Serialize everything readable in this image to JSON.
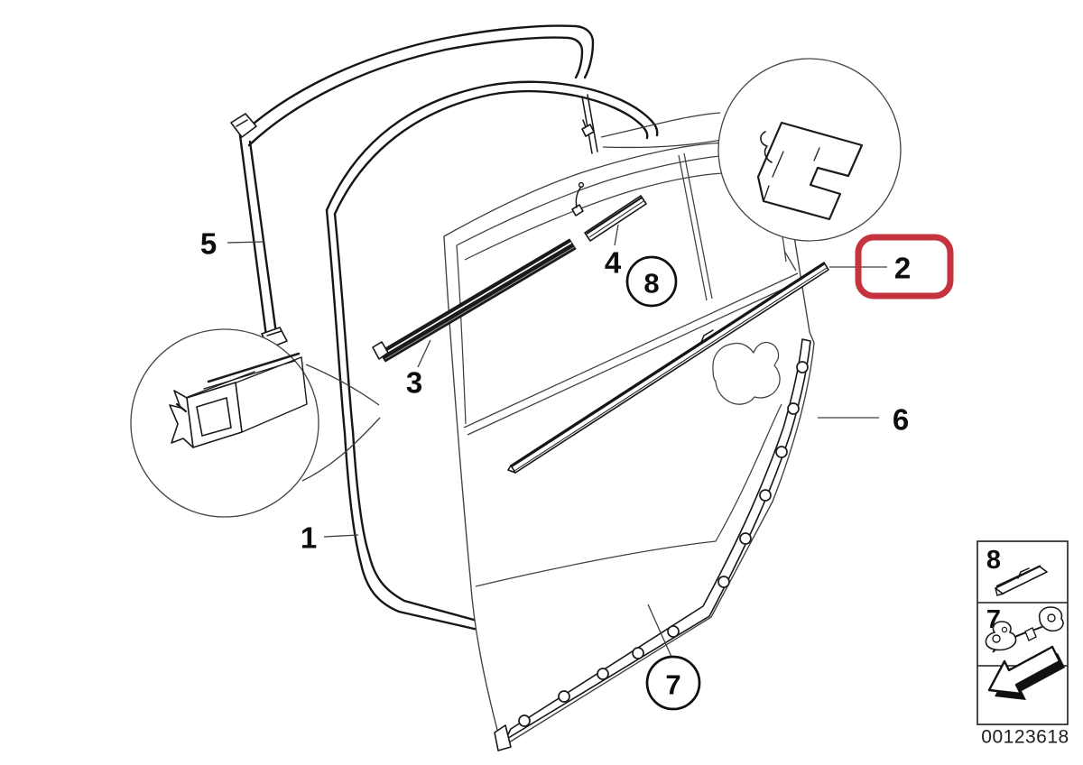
{
  "callouts": {
    "part1": "1",
    "part2": "2",
    "part3": "3",
    "part4": "4",
    "part5": "5",
    "part6": "6",
    "balloon7": "7",
    "balloon8": "8"
  },
  "legend": {
    "item8_label": "8",
    "item7_label": "7",
    "item8_icon": "trim-strip-clip-icon",
    "item7_icon": "door-check-strap-icon",
    "arrow_icon": "direction-arrow-icon"
  },
  "part_number": "00123618",
  "colors": {
    "highlight_red": "#c5333e"
  }
}
